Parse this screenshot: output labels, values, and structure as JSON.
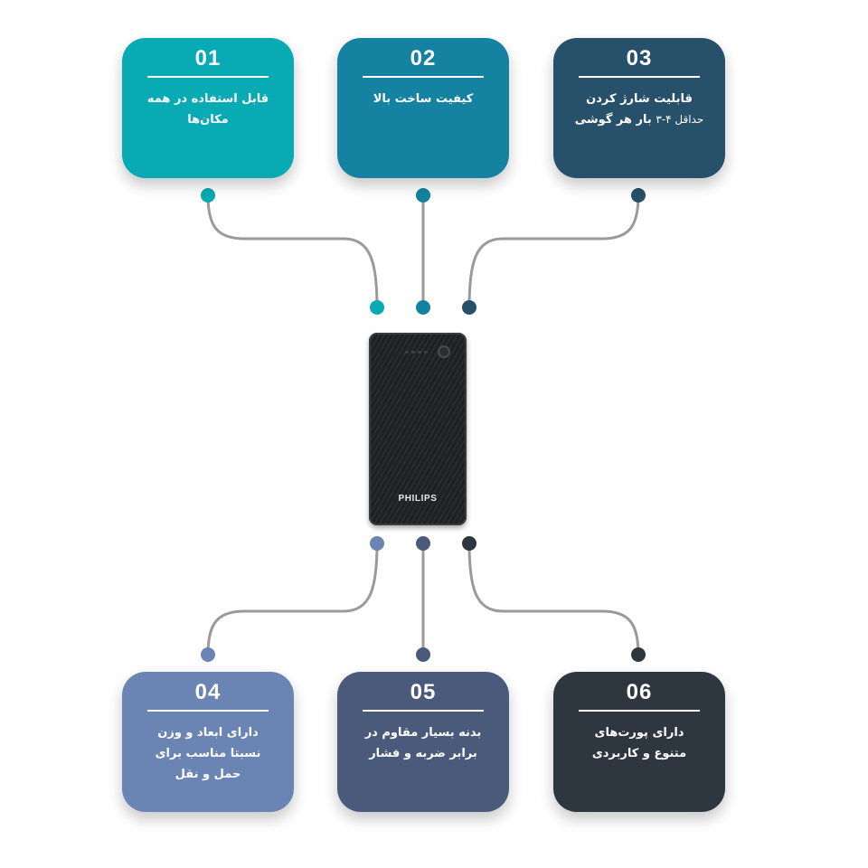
{
  "features": [
    {
      "number": "01",
      "title": "قابل استفاده در همه مکان‌ها",
      "subtitle": "",
      "color": "#08aab3"
    },
    {
      "number": "02",
      "title": "کیفیت ساخت بالا",
      "subtitle": "",
      "color": "#1582a1"
    },
    {
      "number": "03",
      "title": "قابلیت شارژ کردن",
      "subtitle": "حداقل ۴-۳",
      "title2": "بار هر گوشی",
      "color": "#27506a"
    },
    {
      "number": "04",
      "title": "دارای ابعاد و وزن نسبتا مناسب برای حمل و نقل",
      "subtitle": "",
      "color": "#6a84b4"
    },
    {
      "number": "05",
      "title": "بدنه بسیار مقاوم در برابر ضربه و فشار",
      "subtitle": "",
      "color": "#4a5a7a"
    },
    {
      "number": "06",
      "title": "دارای پورت‌های متنوع و کاربردی",
      "subtitle": "",
      "color": "#2e3640"
    }
  ],
  "product": {
    "brand": "PHILIPS",
    "icon": "power-bank-icon"
  },
  "connector_color": "#9a9a9a"
}
